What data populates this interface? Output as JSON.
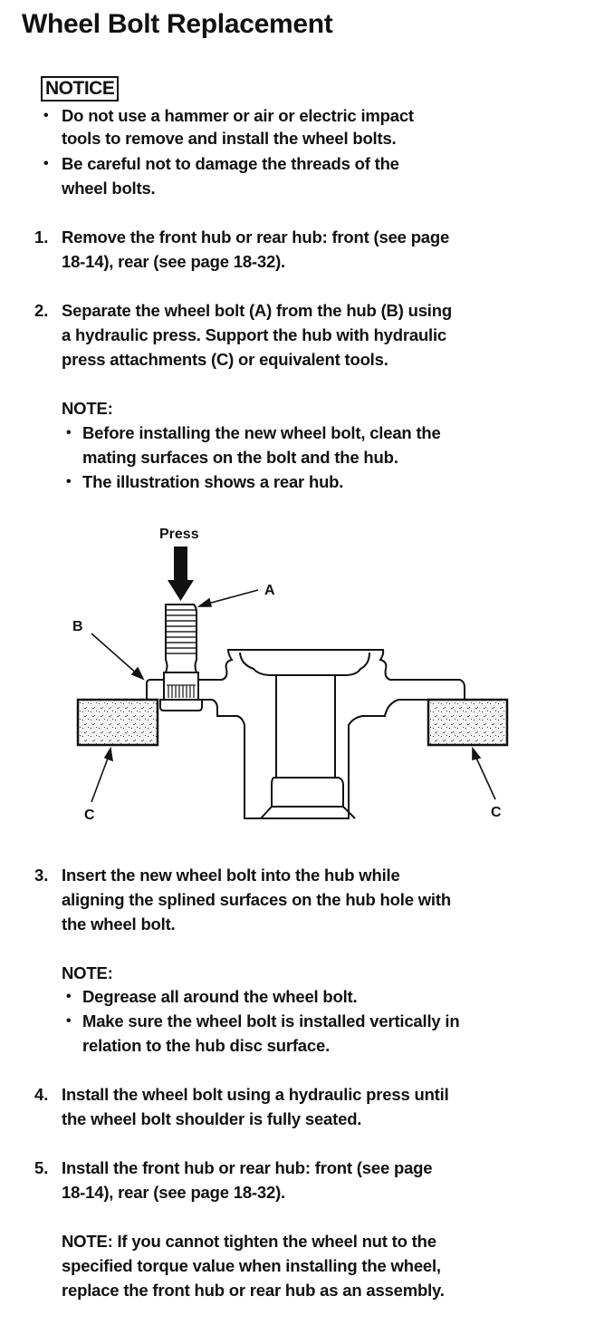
{
  "title": "Wheel Bolt Replacement",
  "notice": {
    "label": "NOTICE",
    "bullets": [
      [
        "Do not use a hammer or air or electric impact",
        "tools to remove and install the wheel bolts."
      ],
      [
        "Be careful not to damage the threads of the",
        "wheel bolts."
      ]
    ]
  },
  "steps": [
    {
      "num": "1.",
      "lines": [
        "Remove the front hub or rear hub: front (see page",
        "18-14), rear (see page 18-32)."
      ]
    },
    {
      "num": "2.",
      "lines": [
        "Separate the wheel bolt (A) from the hub (B) using",
        "a hydraulic press. Support the hub with hydraulic",
        "press attachments (C) or equivalent tools."
      ],
      "note_label": "NOTE:",
      "notes": [
        [
          "Before installing the new wheel bolt, clean the",
          "mating surfaces on the bolt and the hub."
        ],
        [
          "The illustration shows a rear hub."
        ]
      ]
    },
    {
      "num": "3.",
      "lines": [
        "Insert the new wheel bolt into the hub while",
        "aligning the splined surfaces on the hub hole with",
        "the wheel bolt."
      ],
      "note_label": "NOTE:",
      "notes": [
        [
          "Degrease all around the wheel bolt."
        ],
        [
          "Make sure the wheel bolt is installed vertically in",
          "relation to the hub disc surface."
        ]
      ]
    },
    {
      "num": "4.",
      "lines": [
        "Install the wheel bolt using a hydraulic press until",
        "the wheel bolt shoulder is fully seated."
      ]
    },
    {
      "num": "5.",
      "lines": [
        "Install the front hub or rear hub: front (see page",
        "18-14), rear (see page 18-32)."
      ],
      "final_note": [
        "NOTE: If you cannot tighten the wheel nut to the",
        "specified torque value when installing the wheel,",
        "replace the front hub or rear hub as an assembly."
      ]
    }
  ],
  "diagram": {
    "press_label": "Press",
    "label_a": "A",
    "label_b": "B",
    "label_c_left": "C",
    "label_c_right": "C"
  },
  "bullet_glyph": "•"
}
